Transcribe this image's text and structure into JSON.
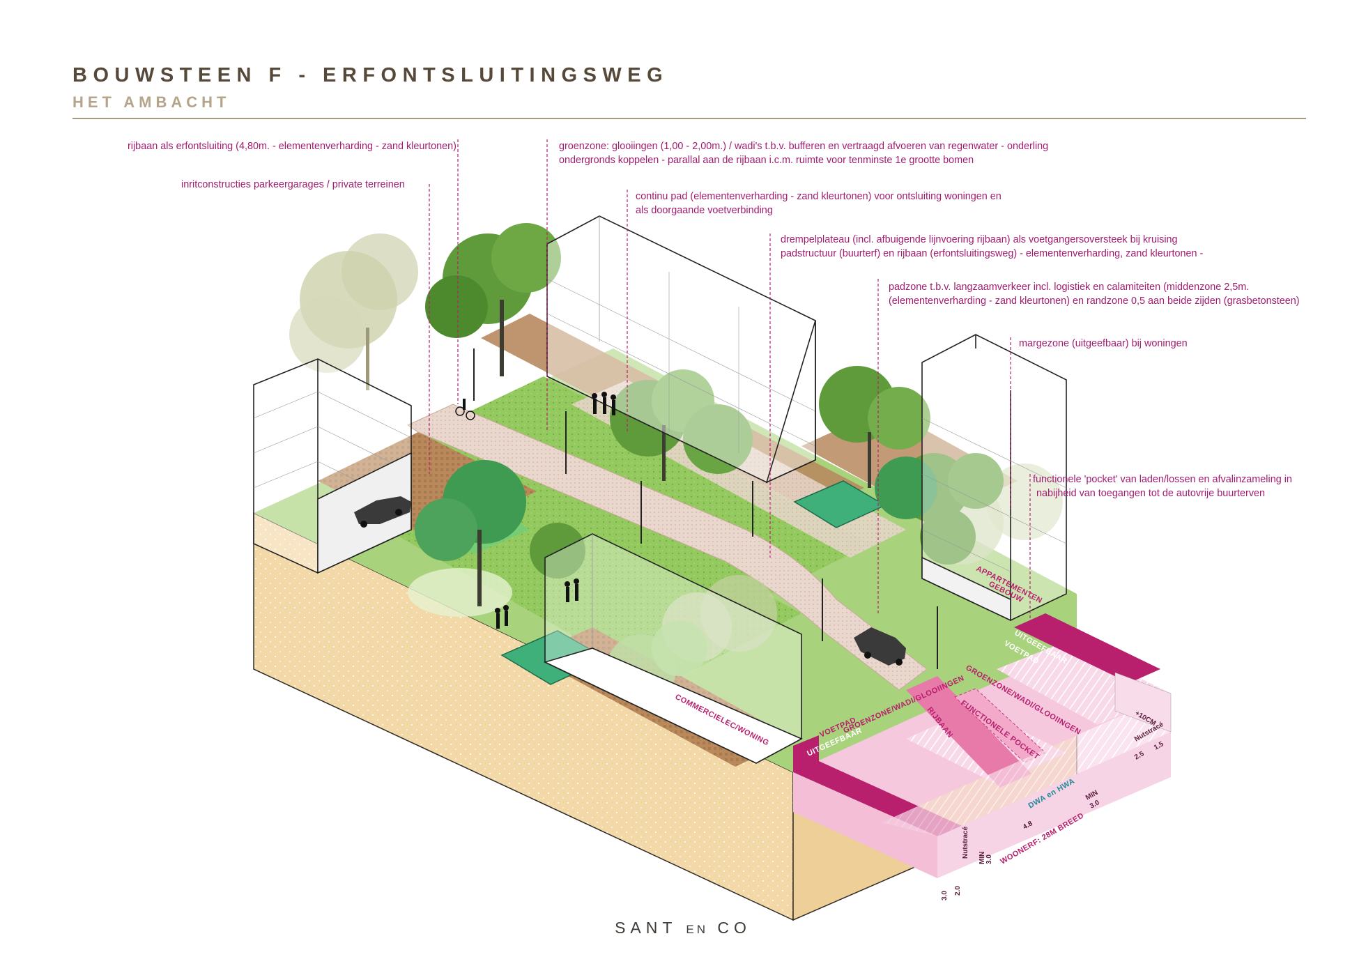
{
  "header": {
    "title": "BOUWSTEEN F - ERFONTSLUITINGSWEG",
    "subtitle": "HET AMBACHT"
  },
  "annotations": [
    {
      "id": "rijbaan",
      "lines": [
        "rijbaan als erfontsluiting (4,80m. - elementenverharding - zand kleurtonen)"
      ]
    },
    {
      "id": "inrit",
      "lines": [
        "inritconstructies parkeergarages / private terreinen"
      ]
    },
    {
      "id": "groenzone",
      "lines": [
        "groenzone: glooiingen (1,00 - 2,00m.)  / wadi's t.b.v. bufferen en vertraagd afvoeren van regenwater - onderling",
        "ondergronds koppelen - parallal aan de rijbaan i.c.m. ruimte voor tenminste 1e grootte bomen"
      ]
    },
    {
      "id": "pad",
      "lines": [
        "continu pad (elementenverharding - zand kleurtonen) voor ontsluiting woningen en",
        "als doorgaande voetverbinding"
      ]
    },
    {
      "id": "drempel",
      "lines": [
        "drempelplateau (incl. afbuigende lijnvoering rijbaan) als voetgangersoversteek bij kruising",
        "padstructuur (buurterf) en rijbaan (erfontsluitingsweg) - elementenverharding, zand kleurtonen -"
      ]
    },
    {
      "id": "padzone",
      "lines": [
        "padzone t.b.v. langzaamverkeer incl. logistiek en calamiteiten (middenzone 2,5m.",
        "(elementenverharding - zand kleurtonen) en randzone 0,5 aan beide zijden (grasbetonsteen)"
      ]
    },
    {
      "id": "marge",
      "lines": [
        "margezone (uitgeefbaar) bij woningen"
      ]
    },
    {
      "id": "pocket",
      "lines": [
        "functionele 'pocket' van laden/lossen en afvalinzameling in",
        "nabijheid van toegangen tot de autovrije buurterven"
      ]
    }
  ],
  "section_labels": {
    "commercie": "COMMERCIELEC/WONING",
    "appartementen_1": "APPARTEMENTEN",
    "appartementen_2": "GEBOUW",
    "uitgeefbaar_left": "UITGEEFBAAR",
    "voetpad_left": "VOETPAD",
    "groenzone_left": "GROENZONE/WADI/GLOOIINGEN",
    "rijbaan": "RIJBAAN",
    "functionele_pocket": "FUNCTIONELE POCKET",
    "groenzone_right": "GROENZONE/WADI/GLOOIINGEN",
    "voetpad_right": "VOETPAD",
    "uitgeefbaar_right": "UITGEEFBAAR",
    "dwa": "DWA en HWA",
    "woonerf": "WOONERF: 28M BREED"
  },
  "dimensions": {
    "d1": "3.0",
    "d2": "2.0",
    "nuts_left": "Nutstracé",
    "min_left": "MIN",
    "min_left_val": "3.0",
    "d_rijbaan": "4.8",
    "min_right": "MIN",
    "min_right_val": "3.0",
    "d_right1": "2.5",
    "d_right2": "1.5",
    "nuts_right": "Nutstracé",
    "plus": "+10CM"
  },
  "footer": {
    "brand_a": "SANT",
    "brand_b": "EN",
    "brand_c": "CO"
  },
  "colors": {
    "title": "#57493a",
    "subtitle": "#b5a48b",
    "annotation": "#a01c6f",
    "magenta": "#b8206e",
    "pink_light": "#f7d3e6",
    "soil": "#f2d6a3",
    "grass": "#8fc75a",
    "tree": "#5f9b3b",
    "brick": "#b9895c"
  }
}
